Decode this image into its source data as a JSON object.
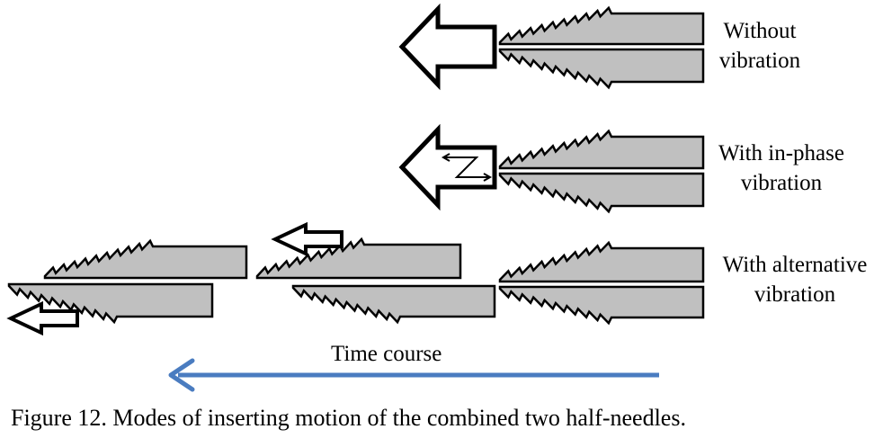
{
  "modes": [
    {
      "id": "without",
      "line1": "Without",
      "line2": "vibration"
    },
    {
      "id": "inphase",
      "line1": "With in-phase",
      "line2": "vibration"
    },
    {
      "id": "alternative",
      "line1": "With alternative",
      "line2": "vibration"
    }
  ],
  "time_course_label": "Time course",
  "caption": "Figure 12. Modes of inserting motion of the combined two half-needles.",
  "colors": {
    "needle_fill": "#c0c0c0",
    "stroke": "#000000",
    "time_arrow": "#4a7cc0"
  },
  "icons": [
    "insertion-arrow-icon",
    "vibration-z-icon",
    "time-course-arrow-icon"
  ]
}
